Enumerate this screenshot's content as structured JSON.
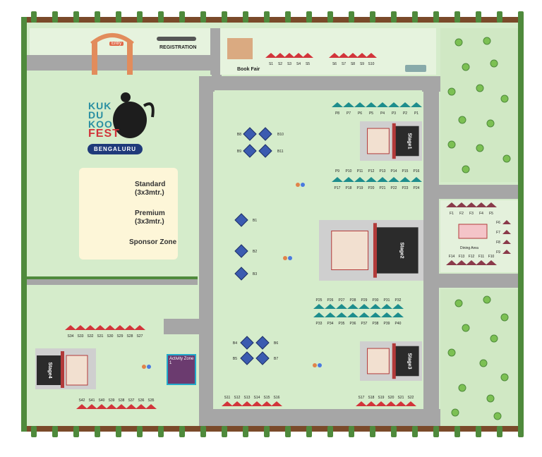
{
  "logo": {
    "line1": "KUK",
    "line2": "DU",
    "line3": "KOO",
    "line4": "FEST",
    "city": "BENGALURU"
  },
  "entry": {
    "label": "Entry"
  },
  "registration": {
    "label": "REGISTRATION"
  },
  "book_fair": {
    "label": "Book Fair"
  },
  "legend": {
    "standard_line1": "Standard",
    "standard_line2": "(3x3mtr.)",
    "premium_line1": "Premium",
    "premium_line2": "(3x3mtr.)",
    "sponsor": "Sponsor Zone"
  },
  "colors": {
    "standard": "#d2343a",
    "premium": "#1d8d8d",
    "sponsor": "#3b5bb0",
    "lawn": "#d5eccb",
    "path": "#a6a6a6",
    "hedge": "#4f8a3c",
    "logo_teal": "#2a8fa2",
    "logo_red": "#d2343a"
  },
  "stages": {
    "stage1": "Stage1",
    "stage2": "Stage2",
    "stage3": "Stage3",
    "stage4": "Stage4"
  },
  "dining": {
    "label": "Dining Area"
  },
  "activity_zone": {
    "label": "Activity Zone 1"
  },
  "stalls": {
    "s_top1": [
      "S1",
      "S2",
      "S3",
      "S4",
      "S5"
    ],
    "s_top2": [
      "S6",
      "S7",
      "S8",
      "S9",
      "S10"
    ],
    "p_top": [
      "P8",
      "P7",
      "P6",
      "P5",
      "P4",
      "P3",
      "P2",
      "P1"
    ],
    "p_mid_a": [
      "P9",
      "P10",
      "P11",
      "P12",
      "P13",
      "P14",
      "P15",
      "P16"
    ],
    "p_mid_b": [
      "P17",
      "P18",
      "P19",
      "P20",
      "P21",
      "P22",
      "P23",
      "P24"
    ],
    "p_low_a": [
      "P25",
      "P26",
      "P27",
      "P28",
      "P29",
      "P30",
      "P31",
      "P32"
    ],
    "p_low_b": [
      "P33",
      "P34",
      "P35",
      "P36",
      "P37",
      "P38",
      "P39",
      "P40"
    ],
    "b_a": [
      "B8",
      "B9",
      "B10",
      "B11"
    ],
    "b_single": [
      "B1",
      "B2",
      "B3"
    ],
    "b_c": [
      "B4",
      "B5",
      "B6",
      "B7"
    ],
    "s_bottom1": [
      "S11",
      "S12",
      "S13",
      "S14",
      "S15",
      "S16"
    ],
    "s_bottom2": [
      "S17",
      "S18",
      "S19",
      "S20",
      "S21",
      "S22"
    ],
    "s_left_top": [
      "S34",
      "S33",
      "S32",
      "S31",
      "S30",
      "S29",
      "S28",
      "S27"
    ],
    "s_left_bot": [
      "S42",
      "S41",
      "S40",
      "S39",
      "S38",
      "S37",
      "S36",
      "S35"
    ],
    "f_top": [
      "F1",
      "F2",
      "F3",
      "F4",
      "F5"
    ],
    "f_right": [
      "F6",
      "F7",
      "F8",
      "F9"
    ],
    "f_bottom": [
      "F14",
      "F13",
      "F12",
      "F11",
      "F10"
    ]
  }
}
